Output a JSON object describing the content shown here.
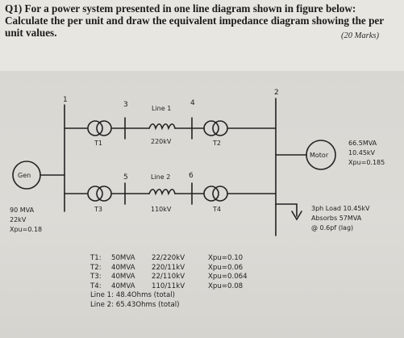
{
  "question": {
    "line1": "Q1)  For a power system presented in one line diagram shown in figure below:",
    "line2": "Calculate the per unit and draw the equivalent impedance diagram showing the per",
    "line3": "unit values.",
    "marks": "(20 Marks)"
  },
  "diagram": {
    "bus_numbers": [
      "1",
      "2",
      "3",
      "4",
      "5",
      "6"
    ],
    "line1_label": "Line 1",
    "line1_voltage": "220kV",
    "line2_label": "Line 2",
    "line2_voltage": "110kV",
    "t1": "T1",
    "t2": "T2",
    "t3": "T3",
    "t4": "T4",
    "generator_label": "Gen",
    "generator_specs": [
      "90 MVA",
      "22kV",
      "Xpu=0.18"
    ],
    "motor_label": "Motor",
    "motor_specs": [
      "66.5MVA",
      "10.45kV",
      "Xpu=0.185"
    ],
    "load_specs": [
      "3ph Load 10.45kV",
      "Absorbs 57MVA",
      "@ 0.6pf (lag)"
    ]
  },
  "transformer_table": [
    {
      "name": "T1:",
      "mva": "50MVA",
      "kv": "22/220kV",
      "x": "Xpu=0.10"
    },
    {
      "name": "T2:",
      "mva": "40MVA",
      "kv": "220/11kV",
      "x": "Xpu=0.06"
    },
    {
      "name": "T3:",
      "mva": "40MVA",
      "kv": "22/110kV",
      "x": "Xpu=0.064"
    },
    {
      "name": "T4:",
      "mva": "40MVA",
      "kv": "110/11kV",
      "x": "Xpu=0.08"
    }
  ],
  "line_impedances": [
    "Line 1: 48.4Ohms (total)",
    "Line 2: 65.43Ohms (total)"
  ]
}
